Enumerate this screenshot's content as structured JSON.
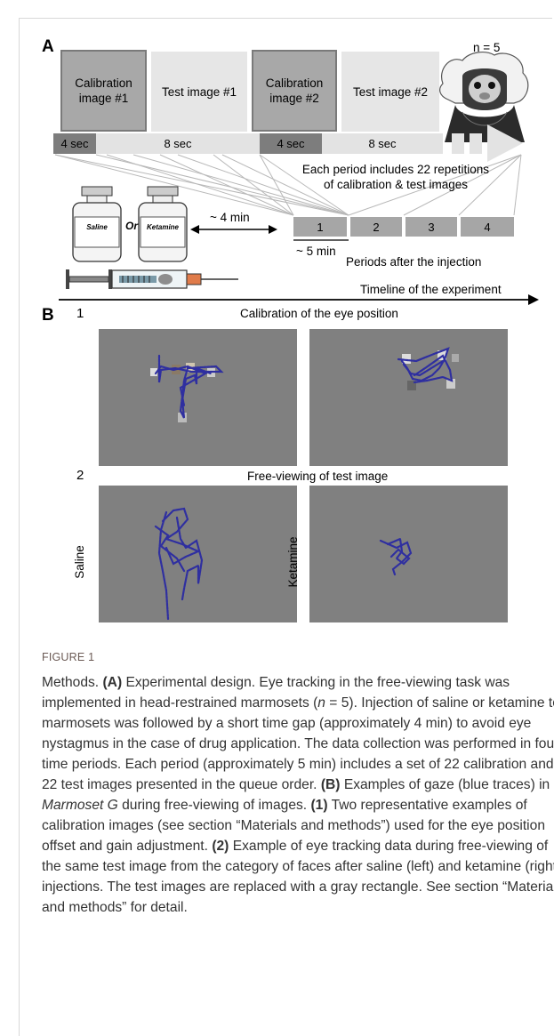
{
  "panelA": {
    "label": "A",
    "n_label": "n = 5",
    "images": [
      {
        "text": "Calibration\nimage #1",
        "kind": "calibration"
      },
      {
        "text": "Test image #1",
        "kind": "test"
      },
      {
        "text": "Calibration\nimage #2",
        "kind": "calibration"
      },
      {
        "text": "Test image #2",
        "kind": "test"
      }
    ],
    "durations": [
      "4 sec",
      "8 sec",
      "4 sec",
      "8 sec"
    ],
    "period_note_line1": "Each period includes 22 repetitions",
    "period_note_line2": "of calibration & test images",
    "vial_left": "Saline",
    "vial_or": "Or",
    "vial_right": "Ketamine",
    "gap_label": "~ 4 min",
    "periods": [
      "1",
      "2",
      "3",
      "4"
    ],
    "period_length": "~ 5 min",
    "periods_caption": "Periods after the injection",
    "timeline_label": "Timeline of the experiment"
  },
  "panelB": {
    "label": "B",
    "row1_number": "1",
    "row1_title": "Calibration of the eye position",
    "row2_number": "2",
    "row2_title": "Free-viewing of test image",
    "left_side_label": "Saline",
    "right_side_label": "Ketamine"
  },
  "figure": {
    "label": "FIGURE 1",
    "caption": {
      "p1": "Methods. ",
      "A": "(A)",
      "p2": " Experimental design. Eye tracking in the free-viewing task was implemented in head-restrained marmosets (",
      "n_italic": "n",
      "p3": " = 5). Injection of saline or ketamine to marmosets was followed by a short time gap (approximately 4 min) to avoid eye nystagmus in the case of drug application. The data collection was performed in four time periods. Each period (approximately 5 min) includes a set of 22 calibration and 22 test images presented in the queue order. ",
      "B": "(B)",
      "p4": " Examples of gaze (blue traces) in ",
      "marmoset_italic": "Marmoset G",
      "p5": " during free-viewing of images. ",
      "one": "(1)",
      "p6": " Two representative examples of calibration images (see section “Materials and methods”) used for the eye position offset and gain adjustment. ",
      "two": "(2)",
      "p7": " Example of eye tracking data during free-viewing of the same test image from the category of faces after saline (left) and ketamine (right) injections. The test images are replaced with a gray rectangle. See section “Materials and methods” for detail."
    }
  },
  "colors": {
    "gaze_trace": "#2f2fa0",
    "gaze_background": "#808080",
    "calibration_box": "#a8a8a8",
    "test_box": "#e6e6e6",
    "timeline_dark": "#7d7d7d",
    "timeline_light": "#e3e3e3",
    "period_box": "#a6a6a6",
    "syringe_plunger_tip": "#e07b4a"
  }
}
